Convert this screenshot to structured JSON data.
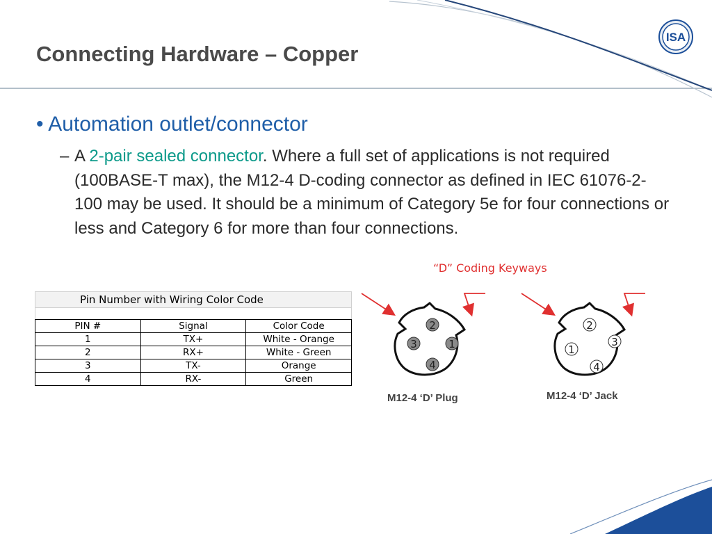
{
  "slide": {
    "title": "Connecting Hardware – Copper",
    "logo_text": "ISA"
  },
  "bullets": {
    "level1_marker": "•",
    "level1_text": "Automation outlet/connector",
    "level2_marker": "–",
    "level2_prefix": "A ",
    "level2_highlight": "2-pair sealed connector",
    "level2_rest": ". Where a full set of applications is not required (100BASE-T max), the M12-4 D-coding connector as defined in IEC 61076-2-100 may be used.  It should be a minimum of Category 5e for four connections or less and Category 6 for more than four connections."
  },
  "pin_table": {
    "caption": "Pin Number  with  Wiring  Color Code",
    "headers": [
      "PIN #",
      "Signal",
      "Color Code"
    ],
    "rows": [
      [
        "1",
        "TX+",
        "White - Orange"
      ],
      [
        "2",
        "RX+",
        "White - Green"
      ],
      [
        "3",
        "TX-",
        "Orange"
      ],
      [
        "4",
        "RX-",
        "Green"
      ]
    ]
  },
  "diagram": {
    "keyway_title": "“D” Coding Keyways",
    "plug_label": "M12-4 ‘D’ Plug",
    "jack_label": "M12-4 ‘D’ Jack",
    "plug_pins": [
      "2",
      "3",
      "1",
      "4"
    ],
    "jack_pins": [
      "2",
      "1",
      "3",
      "4"
    ]
  },
  "colors": {
    "title": "#4a4a4a",
    "accent_blue": "#1f5ea8",
    "highlight_teal": "#0c9a8a",
    "keyway_red": "#e03030"
  }
}
